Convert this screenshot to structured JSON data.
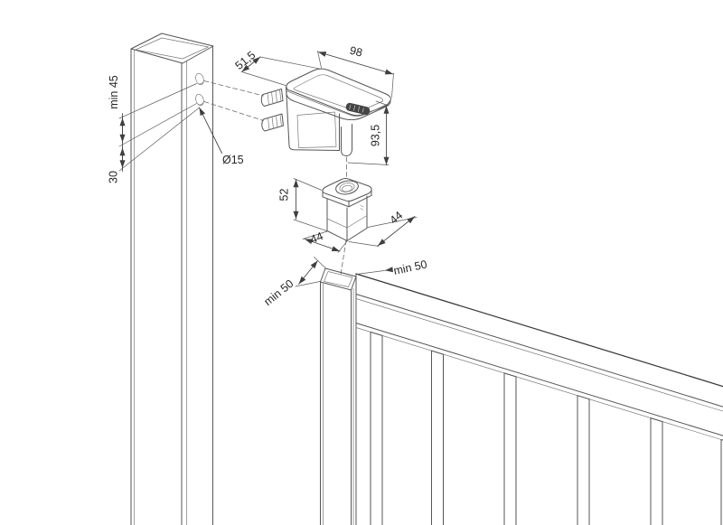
{
  "drawing": {
    "labels": {
      "min45": "min 45",
      "hole_spacing": "30",
      "hole_dia": "Ø15",
      "catch_depth": "51,5",
      "catch_width": "98",
      "catch_height": "93,5",
      "insert_height": "52",
      "insert_width": "44",
      "insert_depth": "44",
      "frame_min_left": "min 50",
      "frame_min_right": "min 50"
    },
    "colors": {
      "background": "#ffffff",
      "line": "#555555",
      "line_dark": "#383838",
      "dimension": "#3f3f3f",
      "text": "#262626",
      "badge": "#454545"
    }
  }
}
